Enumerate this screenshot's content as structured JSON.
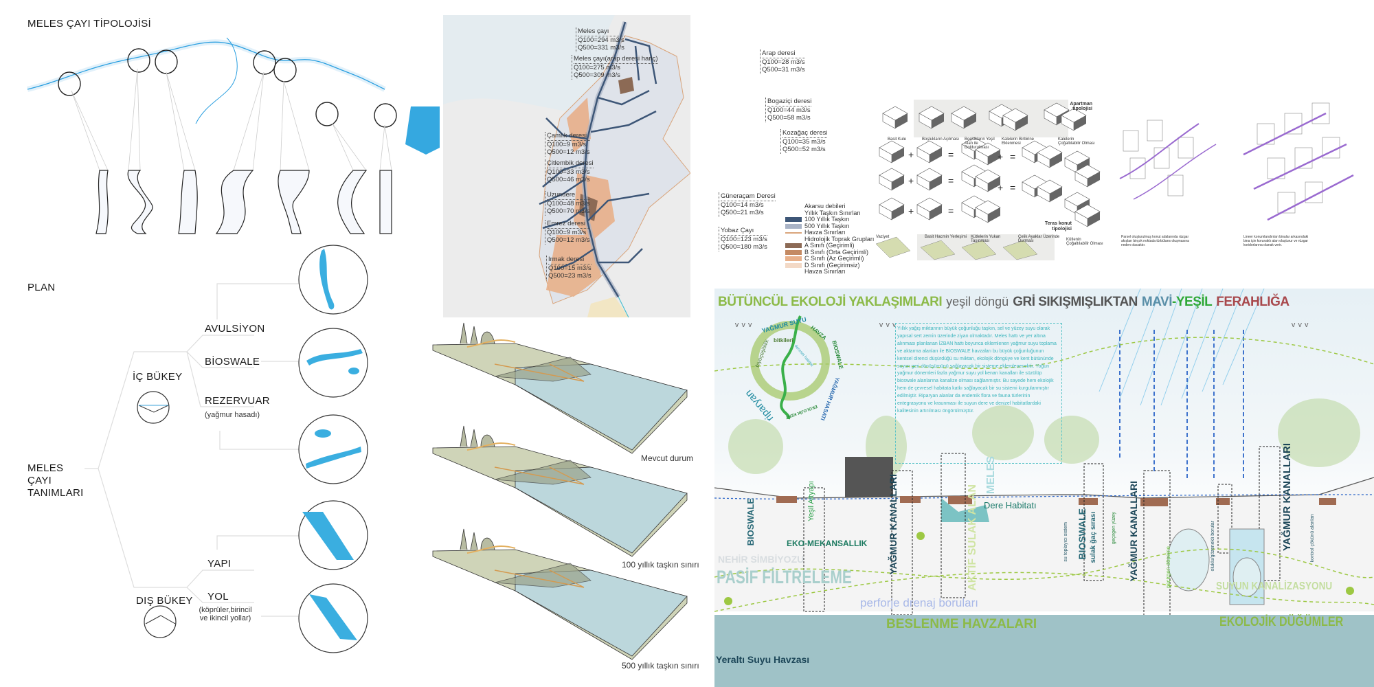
{
  "typology": {
    "title": "MELES ÇAYI TİPOLOJİSİ",
    "plan_label": "PLAN"
  },
  "definitions": {
    "root": "MELES ÇAYI TANIMLARI",
    "inner": "İÇ BÜKEY",
    "outer": "DIŞ BÜKEY",
    "avulsion": "AVULSİYON",
    "bioswale": "BİOSWALE",
    "reservoir": "REZERVUAR",
    "reservoir_note": "(yağmur hasadı)",
    "structure": "YAPI",
    "road": "YOL",
    "road_note": "(köprüler,birincil ve ikincil yollar)"
  },
  "map": {
    "streams": [
      {
        "name": "Meles çayı",
        "q100": "Q100=294 m3/s",
        "q500": "Q500=331 m3/s"
      },
      {
        "name": "Meles çayı(arap deresi hariç)",
        "q100": "Q100=275 m3/s",
        "q500": "Q500=309 m3/s"
      },
      {
        "name": "Arap deresi",
        "q100": "Q100=28 m3/s",
        "q500": "Q500=31 m3/s"
      },
      {
        "name": "Bogaziçi deresi",
        "q100": "Q100=44 m3/s",
        "q500": "Q500=58 m3/s"
      },
      {
        "name": "Çamlık deresi",
        "q100": "Q100=9 m3/s",
        "q500": "Q500=12 m3/s"
      },
      {
        "name": "Kozağaç deresi",
        "q100": "Q100=35 m3/s",
        "q500": "Q500=52 m3/s"
      },
      {
        "name": "Çitlembik deresi",
        "q100": "Q100=33 m3/s",
        "q500": "Q500=46 m3/s"
      },
      {
        "name": "Uzundere",
        "q100": "Q100=48 m3/s",
        "q500": "Q500=70 m3/s"
      },
      {
        "name": "Güneraçam Deresi",
        "q100": "Q100=14 m3/s",
        "q500": "Q500=21 m3/s"
      },
      {
        "name": "Emrez deresi",
        "q100": "Q100=9 m3/s",
        "q500": "Q500=12 m3/s"
      },
      {
        "name": "Yobaz Çayı",
        "q100": "Q100=123 m3/s",
        "q500": "Q500=180 m3/s"
      },
      {
        "name": "Irmak deresi",
        "q100": "Q100=15 m3/s",
        "q500": "Q500=23 m3/s"
      }
    ],
    "legend": {
      "title1": "Akarsu debileri",
      "title2": "Yıllık Taşkın Sınırları",
      "flood100": "100 Yıllık Taşkın",
      "flood500": "500 Yıllık Taşkın",
      "basin": "Havza Sınırları",
      "soil_title": "Hidrolojik Toprak Grupları",
      "soil_a": "A Sınıfı (Geçirimli)",
      "soil_b": "B Sınıfı (Orta Geçirimli)",
      "soil_c": "C Sınıfı (Az Geçirimli)",
      "soil_d": "D Sınıfı (Geçirimsiz)",
      "basin2": "Havza Sınırları"
    },
    "colors": {
      "flood100": "#3d5677",
      "flood500": "#a9b3c6",
      "soil_a": "#8c6a55",
      "soil_b": "#c48a63",
      "soil_c": "#e8b08a",
      "soil_d": "#f3d9c6",
      "basin": "#d9a47a"
    }
  },
  "sections": {
    "s1": "Mevcut durum",
    "s2": "100 yıllık taşkın sınırı",
    "s3": "500 yıllık taşkın sınırı"
  },
  "buildings": {
    "apartment_title": "Apartman tipolojisi",
    "terrace_title": "Teras konut tipolojisi",
    "steps_top": [
      "Basit Kule",
      "Boşlukların Açılması",
      "Boşlukların Yeşil Alan ile Doldurulması",
      "Kalelerin Birbirine Eklenmesi",
      "Kalelerin Çoğaltılabilir Olması"
    ],
    "steps_bottom": [
      "Vaziyet",
      "Basit Hacmin Yerleşimi",
      "Kütlelerin Yukarı Taşınması",
      "Çelik Ayaklar Üzerinde Durması",
      "Kütlenin Çoğaltılabilir Olması"
    ],
    "wind_caption_1": "Parsel oluşturulmuş konut adalarında rüzgar akışları birçok noktada türbülans oluşmasına neden olacaktır.",
    "wind_caption_2": "Lineer konumlandırılan binalar arkasındaki bina için korunaklı alan oluşturur ve rüzgar koridorlarına olanak verir."
  },
  "ecology": {
    "title_a": "BÜTÜNCÜL EKOLOJİ YAKLAŞIMLARI",
    "title_b": "yeşil döngü",
    "title_c": "GRİ SIKIŞMIŞLIKTAN",
    "title_d": "MAVİ",
    "title_e": "-YEŞİL",
    "title_f": "FERAHLIĞA",
    "cycle": {
      "rain": "YAĞMUR SUYU",
      "plants": "bitkileri",
      "biodiversity": "biyoçeşitlilik",
      "basin": "HAVZA",
      "stream_habitat": "deresel habitat",
      "bioswale": "BIOSWALE",
      "harvest": "YAĞMUR HASATI",
      "eco_city": "EKOLOJİK KENT",
      "riparian": "riparyan"
    },
    "body": "Yıllık yağış miktarının büyük çoğunluğu taşkın, sel ve yüzey suyu olarak yapısal sert zemin üzerinde ziyan olmaktadır. Meles hattı ve yer altına alınması planlanan İZBAN hattı boyunca eklemlenen yağmur suyu toplama ve aktarma alanları ile BİOSWALE havzaları bu büyük çoğunluğunun kentsel direnci düşürdüğü su miktarı, ekolojik döngüye ve kent bütününde suyun geri dönüşümünü sağlayacak bir sisteme eklemlenecektir. Yoğun yağmur dönemleri fazla yağmur suyu yol kenarı kanalları ile süzülüp bioswale alanlarına kanalize olması sağlanmıştır. Bu sayede hem ekolojik hem de çevresel habitata katkı sağlayacak bir su sistemi kurgulanmıştır edilmiştir. Riparyan alanlar da endemik flora ve fauna türlerinin entegrasyonu ve kraunması ile suyun dere ve denizel habitatlardaki kalitesinin artırılması öngörülmüştür.",
    "labels": {
      "bioswale1": "BIOSWALE",
      "green_infra": "Yeşil Altyapı",
      "rain_channels1": "YAĞMUR KANALLARI",
      "eco_spatial": "EKO-MEKANSALLIK",
      "wetland": "AKTİF SULAK ALAN",
      "meles": "MELES",
      "stream_habitat": "Dere Habitatı",
      "collector": "su toplayıcı sistem",
      "bioswale2": "BIOSWALE",
      "reed": "sulak ğaç sırası",
      "perm_surface": "geçirgen yüzey",
      "rain_channels2": "YAĞMUR KANALLARI",
      "perm_paving": "geçirgen döşeme",
      "pipes": "oluklu/gözenekli borular",
      "rain_channels3": "YAĞMUR KANALLARI",
      "control": "kontrol çökünü alanları",
      "river_symbiosis": "NEHİR SİMBİYOZU",
      "passive": "PASİF FİLTRELEME",
      "canalization": "SUYUN KANALİZASYONU",
      "drain": "perforje drenaj boruları",
      "feeding": "BESLENME HAVZALARI",
      "nodes": "EKOLOJİK DÜĞÜMLER",
      "groundwater": "Yeraltı Suyu Havzası"
    }
  }
}
